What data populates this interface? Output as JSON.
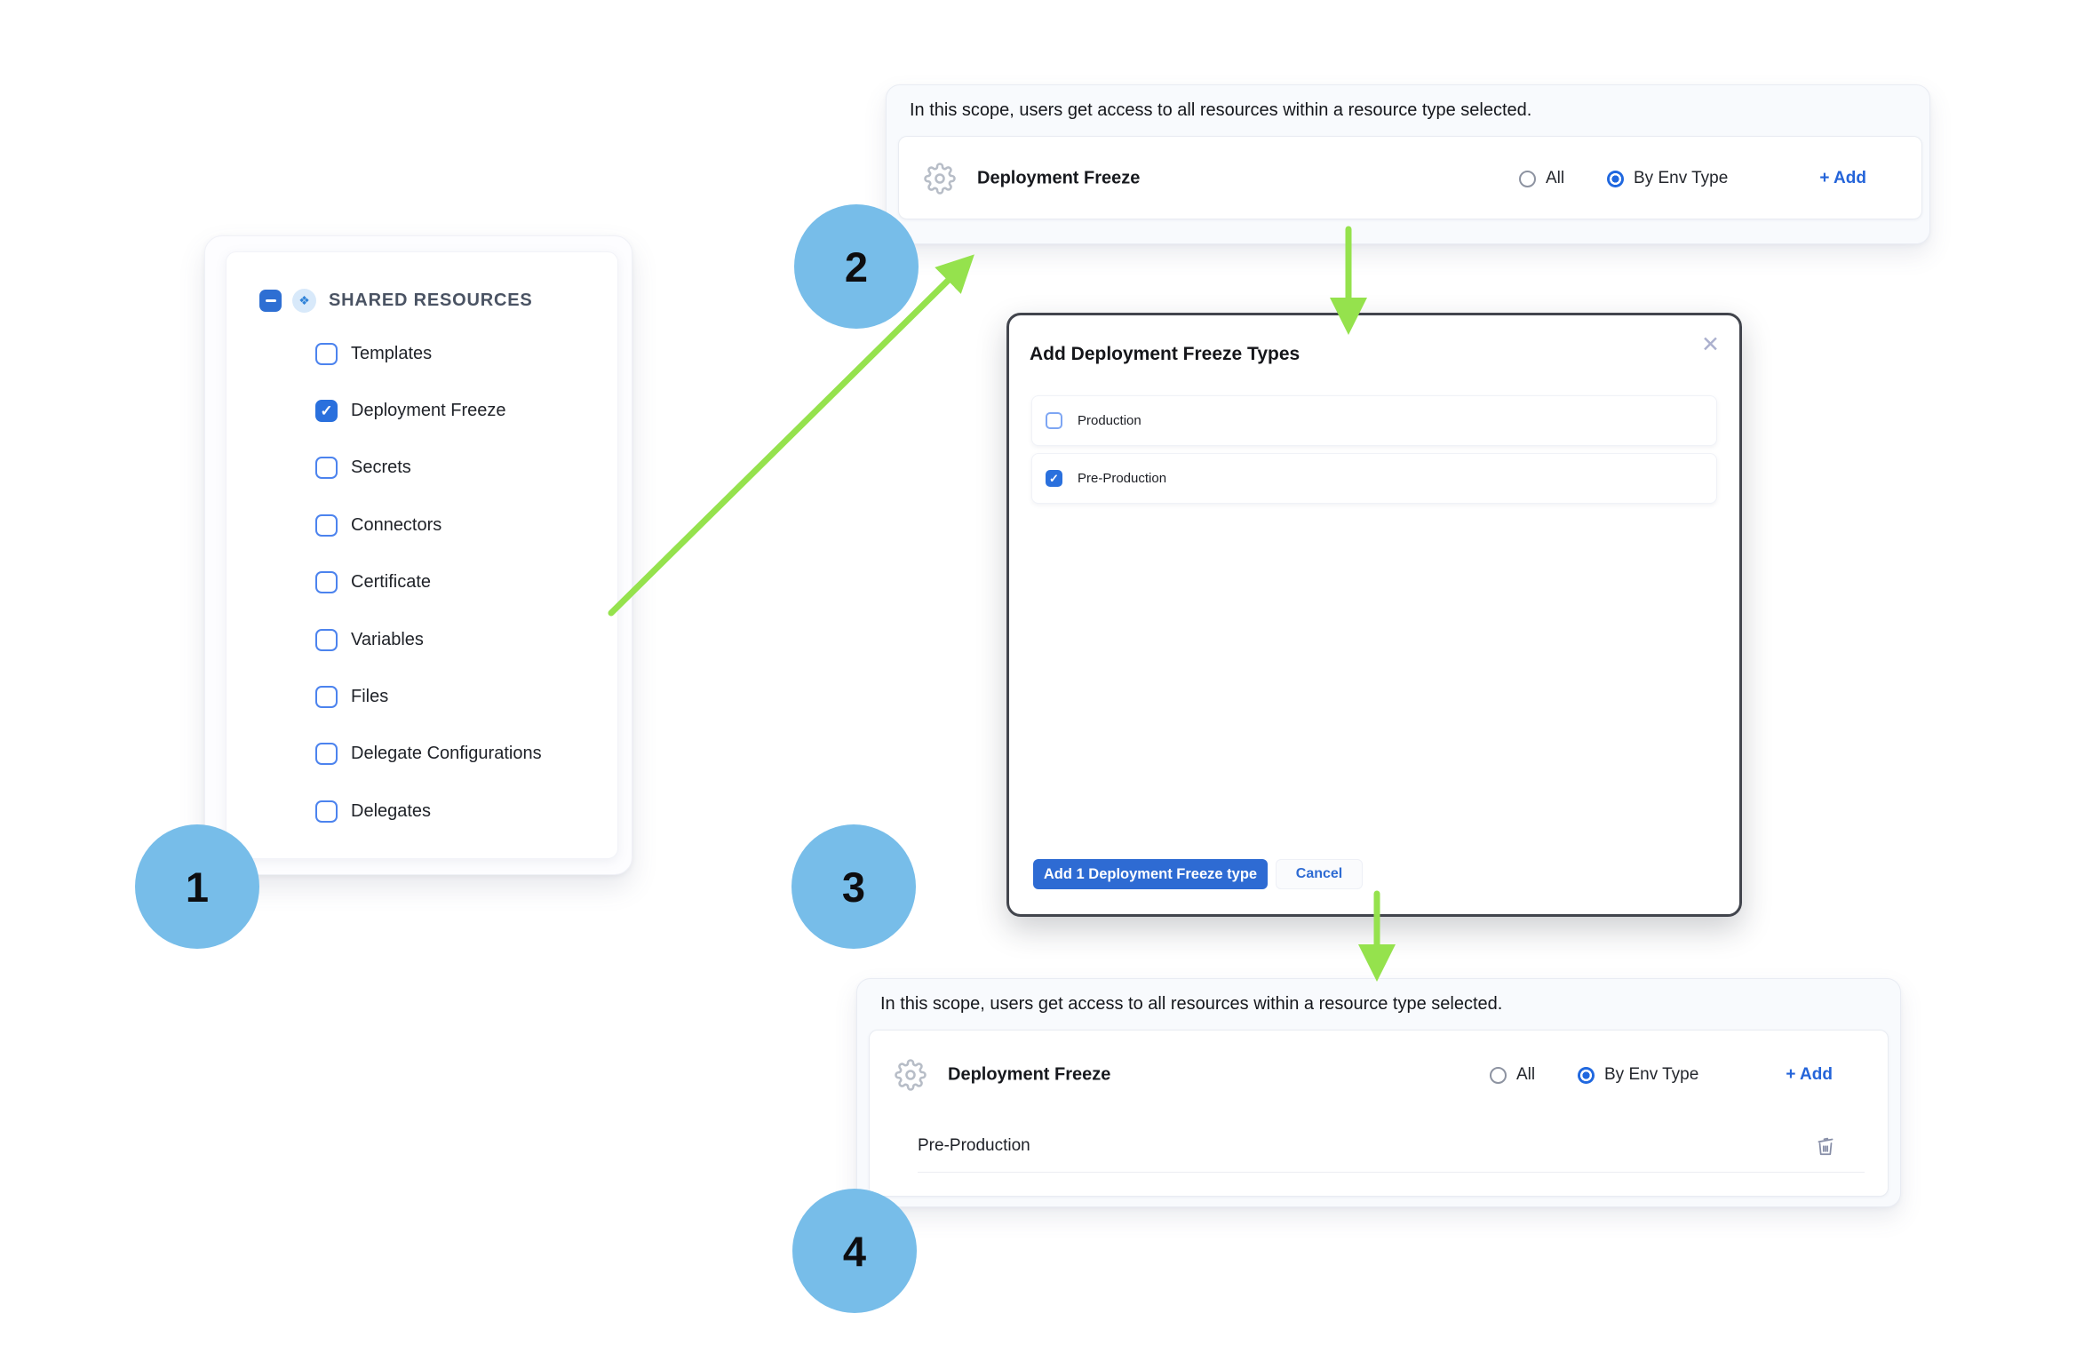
{
  "colors": {
    "accent_blue": "#2a70dd",
    "link_blue": "#2464d9",
    "step_circle_blue": "#77bde9",
    "arrow_green": "#95e24d",
    "modal_border": "#42454d",
    "panel_bg": "#f8fafd"
  },
  "icons": {
    "check": "✓",
    "diamond": "❖"
  },
  "annotations": {
    "steps": [
      {
        "number": "1"
      },
      {
        "number": "2"
      },
      {
        "number": "3"
      },
      {
        "number": "4"
      }
    ]
  },
  "shared_resources_panel": {
    "title": "SHARED RESOURCES",
    "items": [
      {
        "label": "Templates",
        "checked": false
      },
      {
        "label": "Deployment Freeze",
        "checked": true
      },
      {
        "label": "Secrets",
        "checked": false
      },
      {
        "label": "Connectors",
        "checked": false
      },
      {
        "label": "Certificate",
        "checked": false
      },
      {
        "label": "Variables",
        "checked": false
      },
      {
        "label": "Files",
        "checked": false
      },
      {
        "label": "Delegate Configurations",
        "checked": false
      },
      {
        "label": "Delegates",
        "checked": false
      }
    ]
  },
  "scope_panel_top": {
    "description": "In this scope, users get access to all resources within a resource type selected.",
    "resource": {
      "label": "Deployment Freeze",
      "options": [
        {
          "label": "All",
          "selected": false
        },
        {
          "label": "By Env Type",
          "selected": true
        }
      ],
      "add_label": "+ Add"
    }
  },
  "modal": {
    "title": "Add Deployment Freeze Types",
    "close_icon": "✕",
    "options": [
      {
        "label": "Production",
        "checked": false
      },
      {
        "label": "Pre-Production",
        "checked": true
      }
    ],
    "primary_button": "Add 1 Deployment Freeze type",
    "secondary_button": "Cancel"
  },
  "scope_panel_bottom": {
    "description": "In this scope, users get access to all resources within a resource type selected.",
    "resource": {
      "label": "Deployment Freeze",
      "options": [
        {
          "label": "All",
          "selected": false
        },
        {
          "label": "By Env Type",
          "selected": true
        }
      ],
      "add_label": "+ Add"
    },
    "selected_types": [
      {
        "label": "Pre-Production"
      }
    ]
  }
}
